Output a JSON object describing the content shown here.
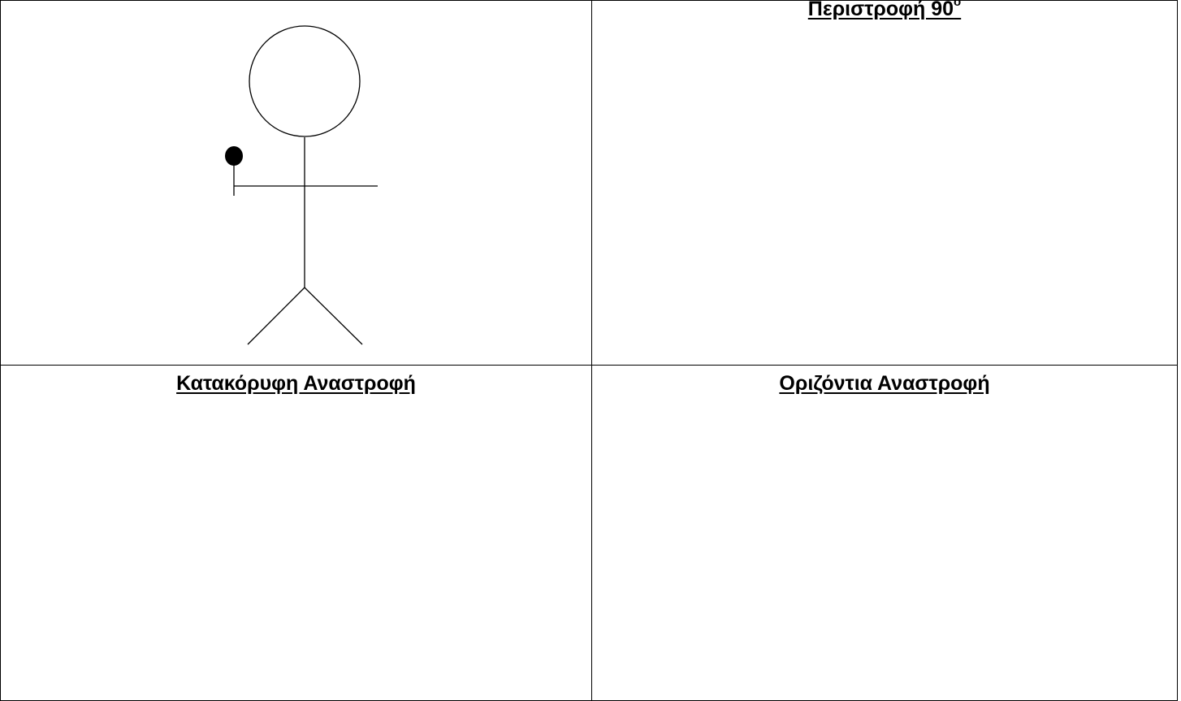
{
  "cells": {
    "original": {
      "title": ""
    },
    "rotation": {
      "title": "Περιστροφή 90",
      "title_superscript": "o"
    },
    "vertical_flip": {
      "title": "Κατακόρυφη Αναστροφή"
    },
    "horizontal_flip": {
      "title": "Οριζόντια Αναστροφή"
    }
  },
  "colors": {
    "line": "#000000",
    "background": "#ffffff"
  }
}
